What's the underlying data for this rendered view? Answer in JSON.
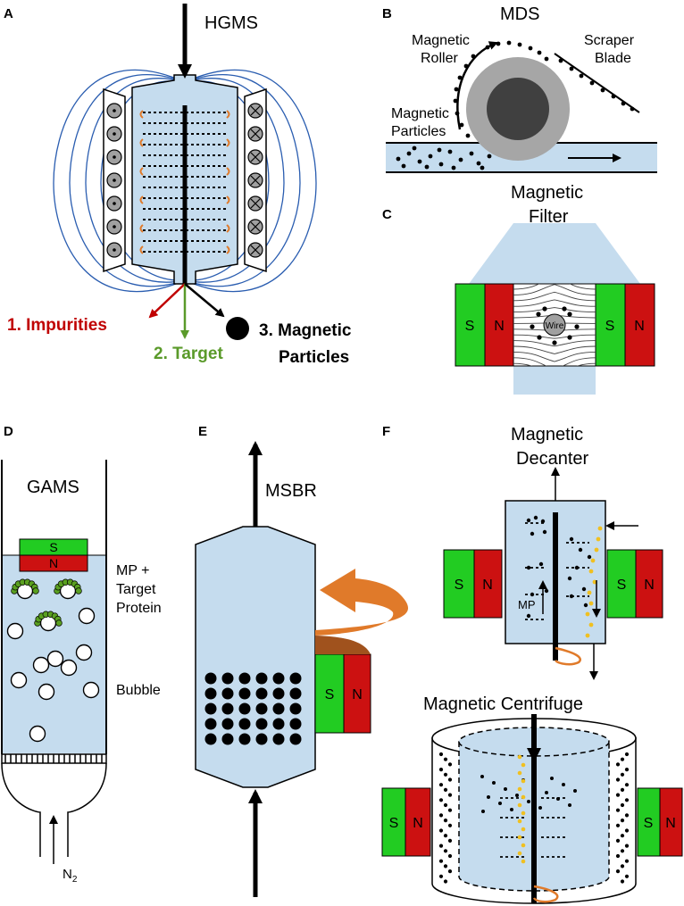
{
  "colors": {
    "fluid": "#c5dcee",
    "north": "#cc1111",
    "south": "#22cc22",
    "field_line": "#2a5db0",
    "impurities": "#c00000",
    "target": "#5a9a2a",
    "rotation": "#e07a2a",
    "particle_yellow": "#f0c020",
    "roller_outer": "#a6a6a6",
    "roller_inner": "#404040",
    "wire": "#a0a0a0",
    "protein": "#5aa020"
  },
  "panel_a": {
    "label": "A",
    "title": "HGMS",
    "outputs": {
      "impurities": "1. Impurities",
      "target": "2. Target",
      "magnetic_particles_line1": "3. Magnetic",
      "magnetic_particles_line2": "Particles"
    }
  },
  "panel_b": {
    "label": "B",
    "title": "MDS",
    "roller_line1": "Magnetic",
    "roller_line2": "Roller",
    "scraper_line1": "Scraper",
    "scraper_line2": "Blade",
    "particles_line1": "Magnetic",
    "particles_line2": "Particles"
  },
  "panel_c": {
    "label": "C",
    "title_line1": "Magnetic",
    "title_line2": "Filter",
    "wire": "Wire",
    "left_magnet": {
      "south": "S",
      "north": "N"
    },
    "right_magnet": {
      "south": "S",
      "north": "N"
    }
  },
  "panel_d": {
    "label": "D",
    "title": "GAMS",
    "magnet": {
      "south": "S",
      "north": "N"
    },
    "mp_line1": "MP +",
    "mp_line2": "Target",
    "mp_line3": "Protein",
    "bubble": "Bubble",
    "gas": "N",
    "gas_sub": "2"
  },
  "panel_e": {
    "label": "E",
    "title": "MSBR",
    "magnet": {
      "south": "S",
      "north": "N"
    }
  },
  "panel_f": {
    "label": "F",
    "decanter_line1": "Magnetic",
    "decanter_line2": "Decanter",
    "centrifuge": "Magnetic Centrifuge",
    "mp": "MP",
    "decanter_left_magnet": {
      "south": "S",
      "north": "N"
    },
    "decanter_right_magnet": {
      "south": "S",
      "north": "N"
    },
    "centrifuge_left_magnet": {
      "south": "S",
      "north": "N"
    },
    "centrifuge_right_magnet": {
      "south": "S",
      "north": "N"
    }
  }
}
